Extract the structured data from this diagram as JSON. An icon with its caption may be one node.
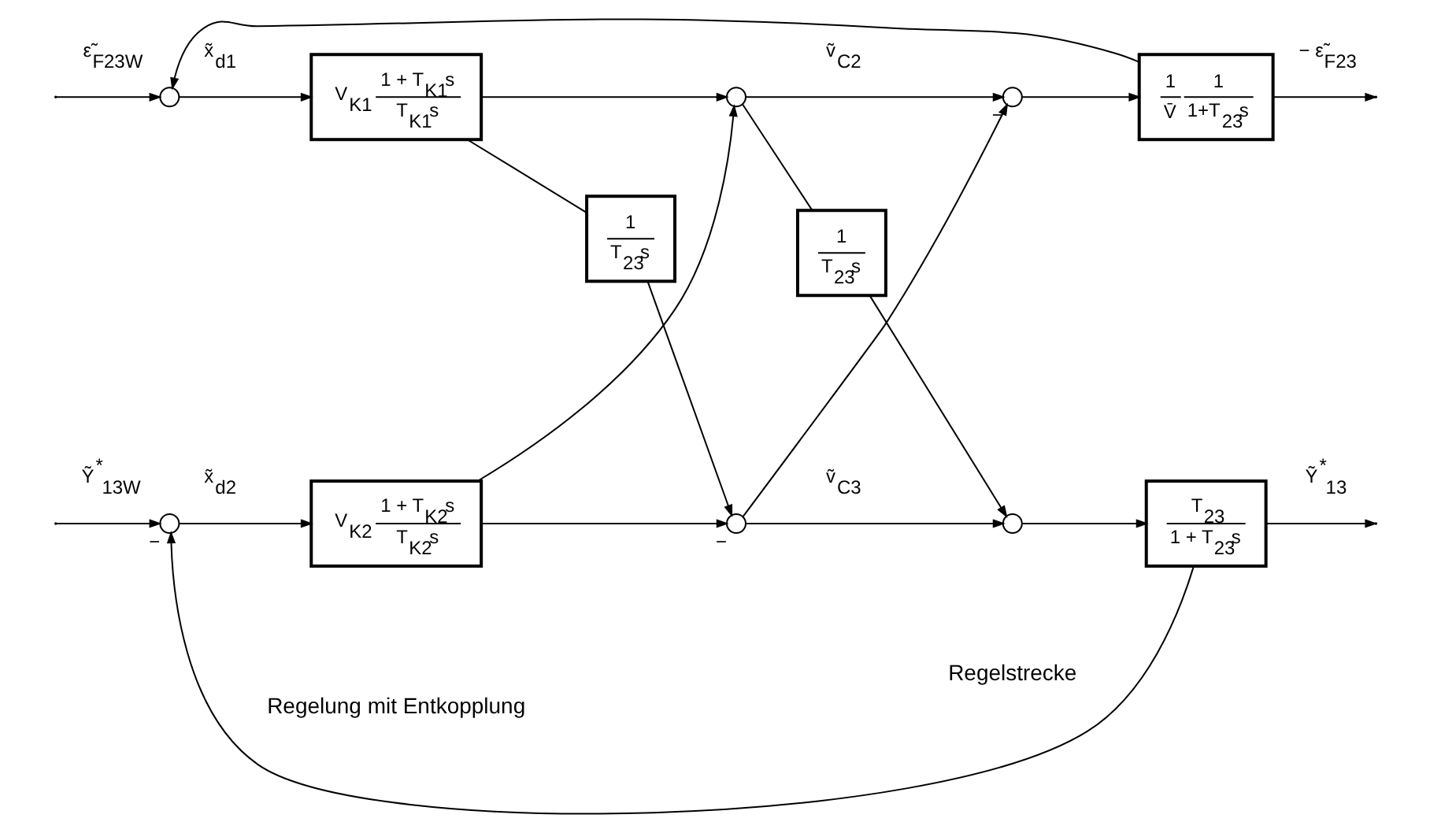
{
  "diagram": {
    "nodes": [
      {
        "text": [],
        "shape": "circle"
      },
      {
        "text": [
          "V$_{K1}$",
          "1 + T$_{K1}$s",
          "T$_{K1}$s"
        ]
      },
      {
        "text": [],
        "shape": "circle"
      },
      {
        "text": [],
        "shape": "circle",
        "beside": [
          "−"
        ]
      },
      {
        "text": [
          "1",
          "V̄",
          "1",
          "1+T$_{23}$s"
        ]
      },
      {
        "text": [
          "1",
          "T$_{23}$s"
        ]
      },
      {
        "text": [
          "1",
          "T$_{23}$s"
        ]
      },
      {
        "text": [],
        "shape": "circle",
        "beside": [
          "−"
        ]
      },
      {
        "text": [
          "V$_{K2}$",
          "1 + T$_{K2}$s",
          "T$_{K2}$s"
        ]
      },
      {
        "text": [],
        "shape": "circle",
        "beside": [
          "−"
        ]
      },
      {
        "text": [],
        "shape": "circle"
      },
      {
        "text": [
          "T$_{23}$",
          "1 + T$_{23}$s"
        ]
      }
    ],
    "edges": [
      {
        "from": null,
        "to": 0,
        "arrow": "to",
        "label": "ε̃$_{F23W}$"
      },
      {
        "from": 0,
        "to": 1,
        "arrow": "to",
        "label": "x̃$_{d1}$"
      },
      {
        "from": 1,
        "to": 2,
        "arrow": "to"
      },
      {
        "from": 1,
        "to": 5,
        "arrow": "none"
      },
      {
        "from": 5,
        "to": 9,
        "arrow": "to"
      },
      {
        "from": 8,
        "to": 2,
        "arrow": "to"
      },
      {
        "from": 2,
        "to": 3,
        "arrow": "to",
        "label": "ṽ$_{C2}$"
      },
      {
        "from": 2,
        "to": 6,
        "arrow": "none"
      },
      {
        "from": 6,
        "to": 10,
        "arrow": "to"
      },
      {
        "from": 3,
        "to": 4,
        "arrow": "to"
      },
      {
        "from": 4,
        "to": null,
        "arrow": "to",
        "label": "− ε̃$_{F23}$"
      },
      {
        "from": 4,
        "to": 0,
        "arrow": "to"
      },
      {
        "from": null,
        "to": 7,
        "arrow": "to",
        "label": "Ỹ$^{*}$$_{13W}$"
      },
      {
        "from": 7,
        "to": 8,
        "arrow": "to",
        "label": "x̃$_{d2}$"
      },
      {
        "from": 8,
        "to": 9,
        "arrow": "to"
      },
      {
        "from": 9,
        "to": 10,
        "arrow": "to",
        "label": "ṽ$_{C3}$"
      },
      {
        "from": 9,
        "to": 3,
        "arrow": "to"
      },
      {
        "from": 10,
        "to": 11,
        "arrow": "to"
      },
      {
        "from": 11,
        "to": null,
        "arrow": "to",
        "label": "Ỹ$^{*}$$_{13}$"
      },
      {
        "from": 11,
        "to": 7,
        "arrow": "to"
      }
    ],
    "labels": [
      "Regelung mit Entkopplung",
      "Regelstrecke"
    ]
  }
}
